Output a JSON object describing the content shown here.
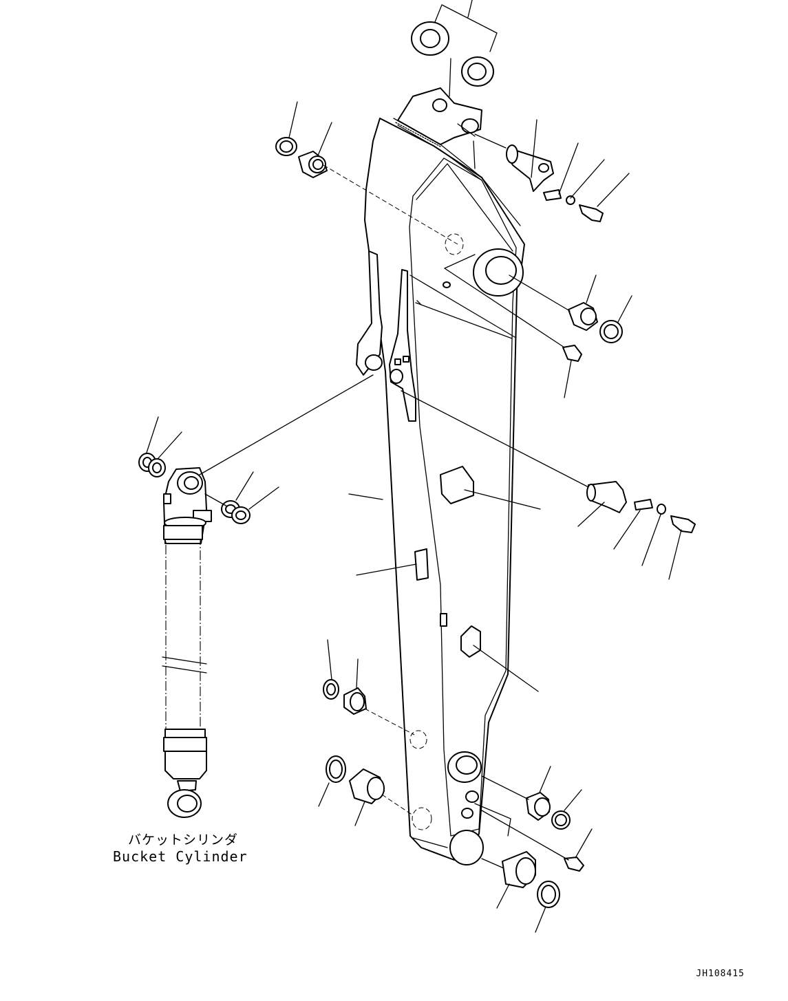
{
  "diagram": {
    "title": "",
    "part_labels": {
      "bucket_cylinder_jp": "バケットシリンダ",
      "bucket_cylinder_en": "Bucket Cylinder"
    },
    "drawing_number": "JH108415"
  }
}
